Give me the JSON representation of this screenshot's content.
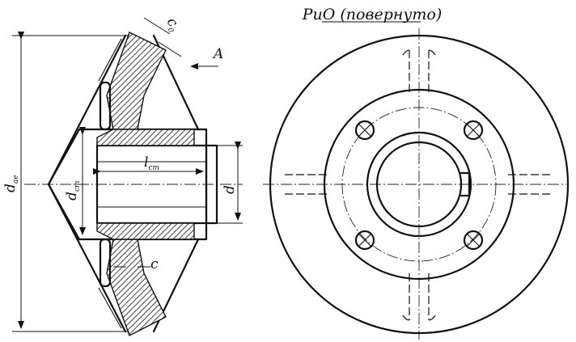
{
  "section_view": {
    "labels": {
      "d_ae": "d",
      "d_ae_sub": "ae",
      "d_st": "d",
      "d_st_sub": "ст",
      "l_st": "l",
      "l_st_sub": "ст",
      "d": "d",
      "c": "c",
      "c0": "c",
      "c0_sub": "0",
      "view_arrow": "A"
    }
  },
  "front_view": {
    "title": "РиО (повернуто)"
  }
}
